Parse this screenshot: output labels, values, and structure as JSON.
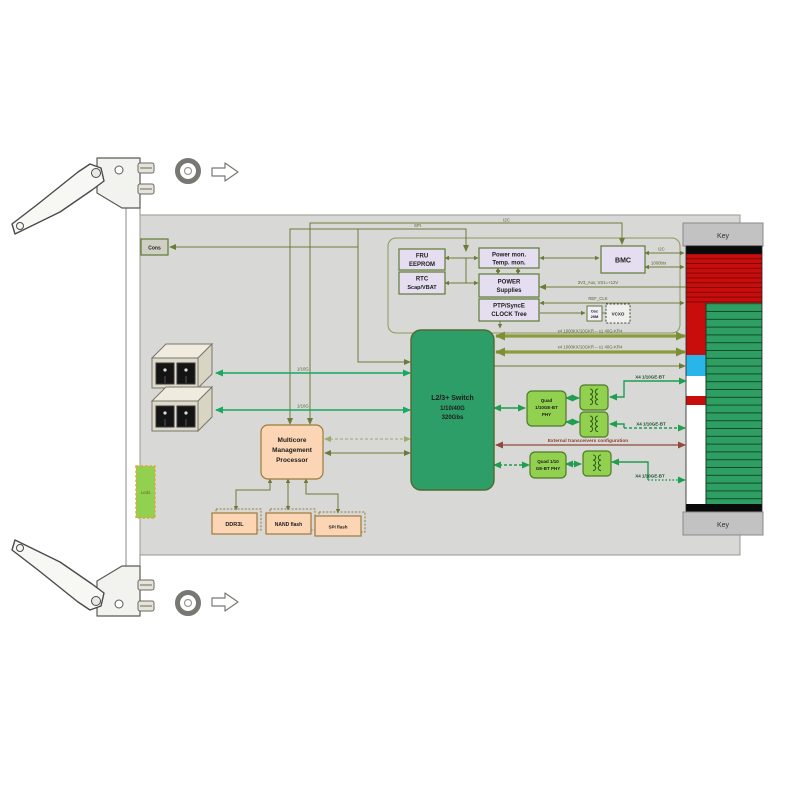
{
  "blocks": {
    "cons": {
      "label": "Cons"
    },
    "leds": {
      "label": "Leds"
    },
    "fru": {
      "line1": "FRU",
      "line2": "EEPROM"
    },
    "rtc": {
      "line1": "RTC",
      "line2": "Scap/VBAT"
    },
    "power_mon": {
      "line1": "Power mon.",
      "line2": "Temp. mon."
    },
    "power_supplies": {
      "line1": "POWER",
      "line2": "Supplies"
    },
    "ptp": {
      "line1": "PTP/SyncE",
      "line2": "CLOCK Tree"
    },
    "bmc": {
      "label": "BMC"
    },
    "osc": {
      "line1": "Osc",
      "line2": "20M"
    },
    "vcxo": {
      "label": "VCXO"
    },
    "switch": {
      "line1": "L2/3+ Switch",
      "line2": "1/10/40G",
      "line3": "320Gbs"
    },
    "processor": {
      "line1": "Multicore",
      "line2": "Management",
      "line3": "Processor"
    },
    "ddr3l": {
      "label": "DDR3L"
    },
    "nand": {
      "label": "NAND flash"
    },
    "spi_flash": {
      "label": "SPI flash"
    },
    "phy_top": {
      "line1": "Quad",
      "line2": "1/10GE-BT",
      "line3": "PHY"
    },
    "phy_bottom": {
      "line1": "Quad 1/10",
      "line2": "GE-BT PHY"
    }
  },
  "connector": {
    "key_top": "Key",
    "key_bottom": "Key"
  },
  "wire_labels": {
    "spi": "SPI",
    "i2c": "I2C",
    "bmc_i2c": "I2C",
    "bmc_1000btx": "1000btx",
    "power_in": "3V3_Aux, VS1=+12V",
    "ref_clk": "REF_CLK",
    "kr_link_1": "x4 1000KX/10GKR – x1 40G-KR4",
    "kr_link_2": "x4 1000KX/10GKR – x1 40G-KR4",
    "ge_link_1": "X4 1/10GE-BT",
    "ge_link_2": "X4 1/10GE-BT",
    "ge_link_3": "X4 1/10GE-BT",
    "ext_cfg": "External transceivers configuration",
    "sfp_link_1": "1/10G",
    "sfp_link_2": "1/10G"
  },
  "colors": {
    "switch_green": "#2e9e68",
    "phy_green": "#92d050",
    "block_lavender": "#e4def0",
    "processor_peach": "#fcd5b4",
    "connector_red": "#c90d0d",
    "connector_green": "#2f9e63",
    "connector_blue": "#29b5ea",
    "line_olive": "#6b7c3a",
    "line_teal": "#17a862",
    "line_dark_red": "#8f4a3a"
  }
}
